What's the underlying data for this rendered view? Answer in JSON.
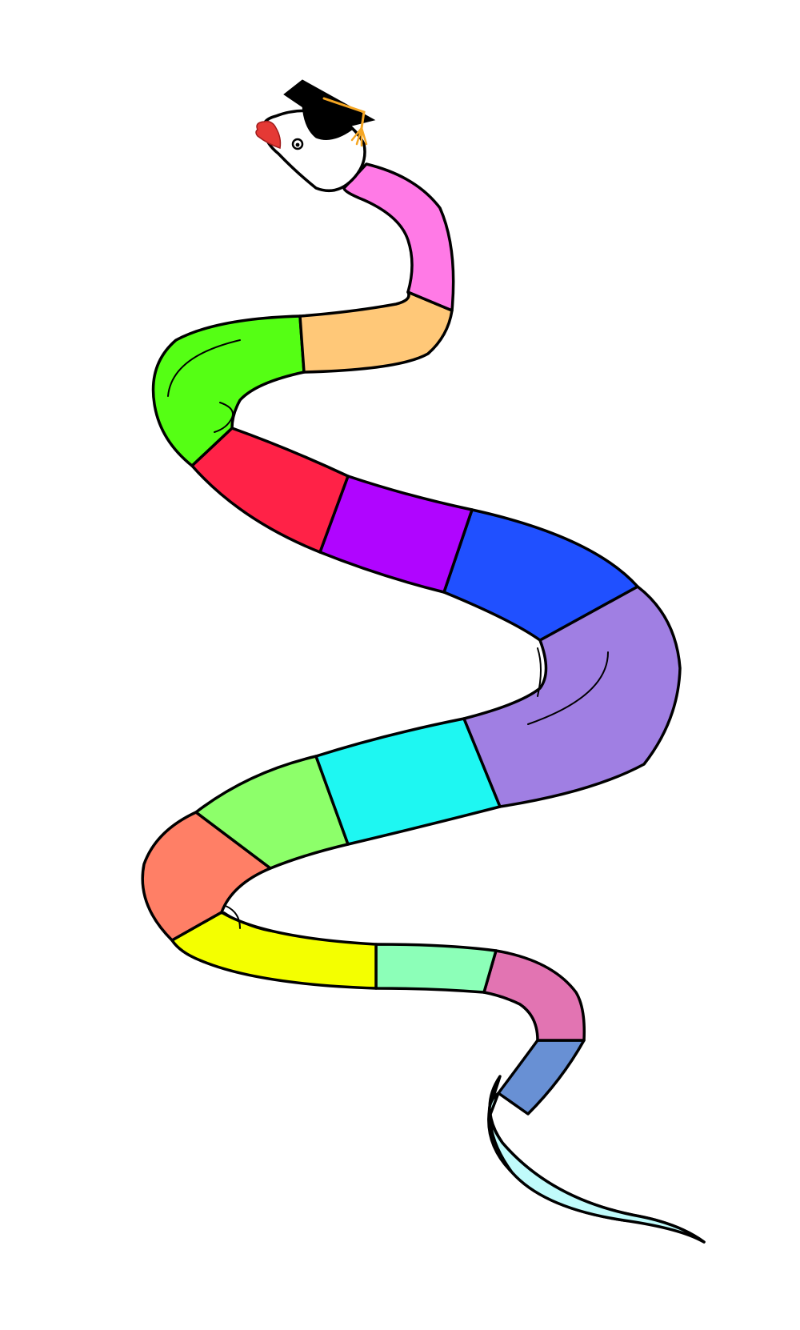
{
  "board": {
    "background_color": "#ffffff",
    "outline_color": "#000000",
    "head": {
      "skin_color": "#ffffff",
      "tongue_color": "#e53935",
      "eye_color": "#000000",
      "cap_color": "#000000",
      "tassel_color": "#f5a623"
    },
    "segments": [
      {
        "id": "neck",
        "color": "#ff7ae6"
      },
      {
        "id": "2",
        "color": "#ffc878"
      },
      {
        "id": "3",
        "color": "#55ff14"
      },
      {
        "id": "4",
        "color": "#ff2247"
      },
      {
        "id": "5",
        "color": "#b005ff"
      },
      {
        "id": "6",
        "color": "#2050ff"
      },
      {
        "id": "7",
        "color": "#a07fe3"
      },
      {
        "id": "8",
        "color": "#1ef7f2"
      },
      {
        "id": "9",
        "color": "#8dff6a"
      },
      {
        "id": "10",
        "color": "#ff7f66"
      },
      {
        "id": "11",
        "color": "#f4ff00"
      },
      {
        "id": "12",
        "color": "#8cffb8"
      },
      {
        "id": "13",
        "color": "#e274b2"
      },
      {
        "id": "14",
        "color": "#6890d4"
      },
      {
        "id": "tail",
        "color": "#c0fbfb"
      }
    ]
  }
}
